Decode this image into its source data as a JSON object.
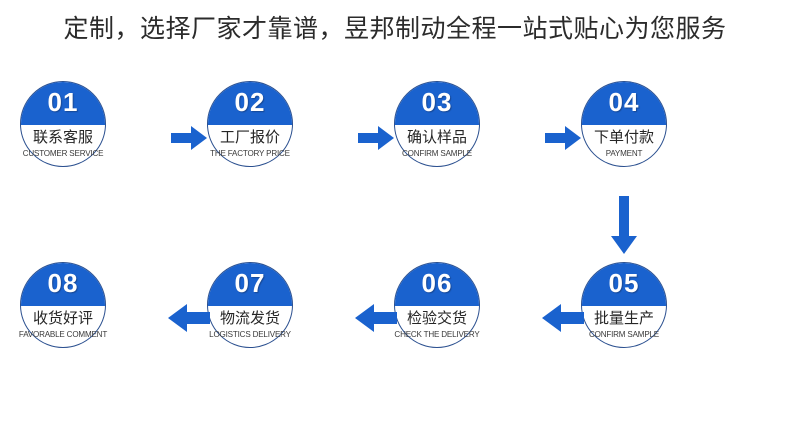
{
  "headline": "定制，选择厂家才靠谱，昱邦制动全程一站式贴心为您服务",
  "colors": {
    "blue": "#1a62ce",
    "ring": "#2a4f8f",
    "arrow": "#1a62ce",
    "text": "#262626"
  },
  "steps": [
    {
      "num": "01",
      "cn": "联系客服",
      "en": "CUSTOMER SERVICE"
    },
    {
      "num": "02",
      "cn": "工厂报价",
      "en": "THE FACTORY PRICE"
    },
    {
      "num": "03",
      "cn": "确认样品",
      "en": "CONFIRM SAMPLE"
    },
    {
      "num": "04",
      "cn": "下单付款",
      "en": "PAYMENT"
    },
    {
      "num": "05",
      "cn": "批量生产",
      "en": "CONFIRM SAMPLE"
    },
    {
      "num": "06",
      "cn": "检验交货",
      "en": "CHECK THE DELIVERY"
    },
    {
      "num": "07",
      "cn": "物流发货",
      "en": "LOGISTICS DELIVERY"
    },
    {
      "num": "08",
      "cn": "收货好评",
      "en": "FAVORABLE COMMENT"
    }
  ],
  "arrows": [
    {
      "name": "arrow-01-to-02",
      "direction": "right"
    },
    {
      "name": "arrow-02-to-03",
      "direction": "right"
    },
    {
      "name": "arrow-03-to-04",
      "direction": "right"
    },
    {
      "name": "arrow-04-to-05",
      "direction": "down"
    },
    {
      "name": "arrow-05-to-06",
      "direction": "left"
    },
    {
      "name": "arrow-06-to-07",
      "direction": "left"
    },
    {
      "name": "arrow-07-to-08",
      "direction": "left"
    }
  ]
}
